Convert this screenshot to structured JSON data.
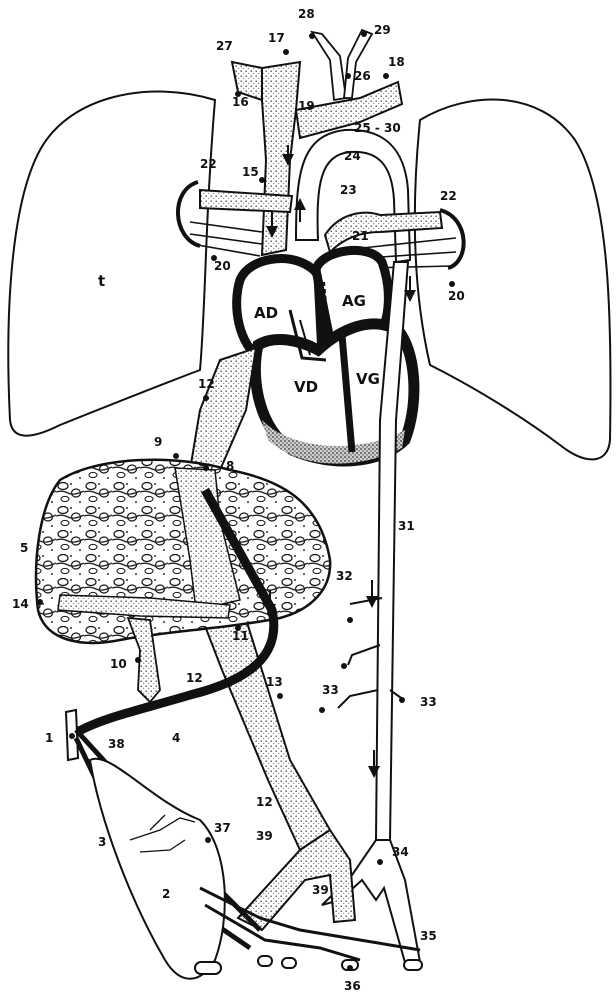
{
  "figure": {
    "chamber_labels": {
      "ad": "AD",
      "ag": "AG",
      "vd": "VD",
      "vg": "VG"
    },
    "lung_label": "t",
    "numbers": {
      "n1": "1",
      "n2": "2",
      "n3": "3",
      "n4": "4",
      "n5": "5",
      "n8": "8",
      "n9": "9",
      "n10": "10",
      "n11": "11",
      "n12a": "12",
      "n12b": "12",
      "n12c": "12",
      "n13": "13",
      "n14": "14",
      "n15": "15",
      "n16": "16",
      "n17": "17",
      "n18": "18",
      "n19": "19",
      "n20a": "20",
      "n20b": "20",
      "n21": "21",
      "n22a": "22",
      "n22b": "22",
      "n23": "23",
      "n24": "24",
      "n25_30": "25 - 30",
      "n26": "26",
      "n27": "27",
      "n28": "28",
      "n29": "29",
      "n31": "31",
      "n32": "32",
      "n33a": "33",
      "n33b": "33",
      "n34": "34",
      "n35": "35",
      "n36": "36",
      "n37": "37",
      "n38": "38",
      "n39a": "39",
      "n39b": "39"
    }
  },
  "colors": {
    "ink": "#111111",
    "paper": "#ffffff",
    "stipple": "#d6d6d6"
  }
}
